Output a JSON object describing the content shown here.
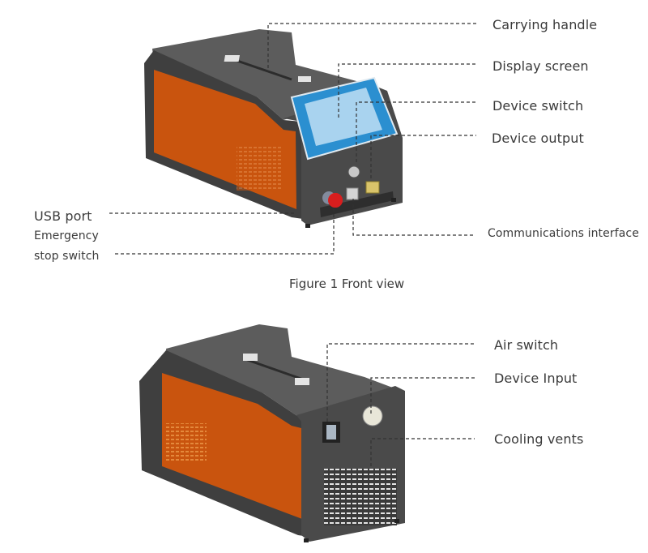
{
  "figure1": {
    "caption": "Figure 1 Front view",
    "labels": {
      "carrying_handle": "Carrying handle",
      "display_screen": "Display screen",
      "device_switch": "Device switch",
      "device_output": "Device output",
      "usb_port": "USB port",
      "emergency_line1": "Emergency",
      "emergency_line2": "stop switch",
      "communications_interface": "Communications interface"
    }
  },
  "figure2": {
    "labels": {
      "air_switch": "Air switch",
      "device_input": "Device Input",
      "cooling_vents": "Cooling vents"
    }
  },
  "colors": {
    "body_dark": "#4a4a4a",
    "body_top": "#5a5a5a",
    "side_panel": "#c9540e",
    "screen_frame": "#2b8fd0",
    "screen_glass": "#a9d3ef",
    "estop_red": "#d81e1e",
    "output_yellow": "#d9c46a"
  }
}
